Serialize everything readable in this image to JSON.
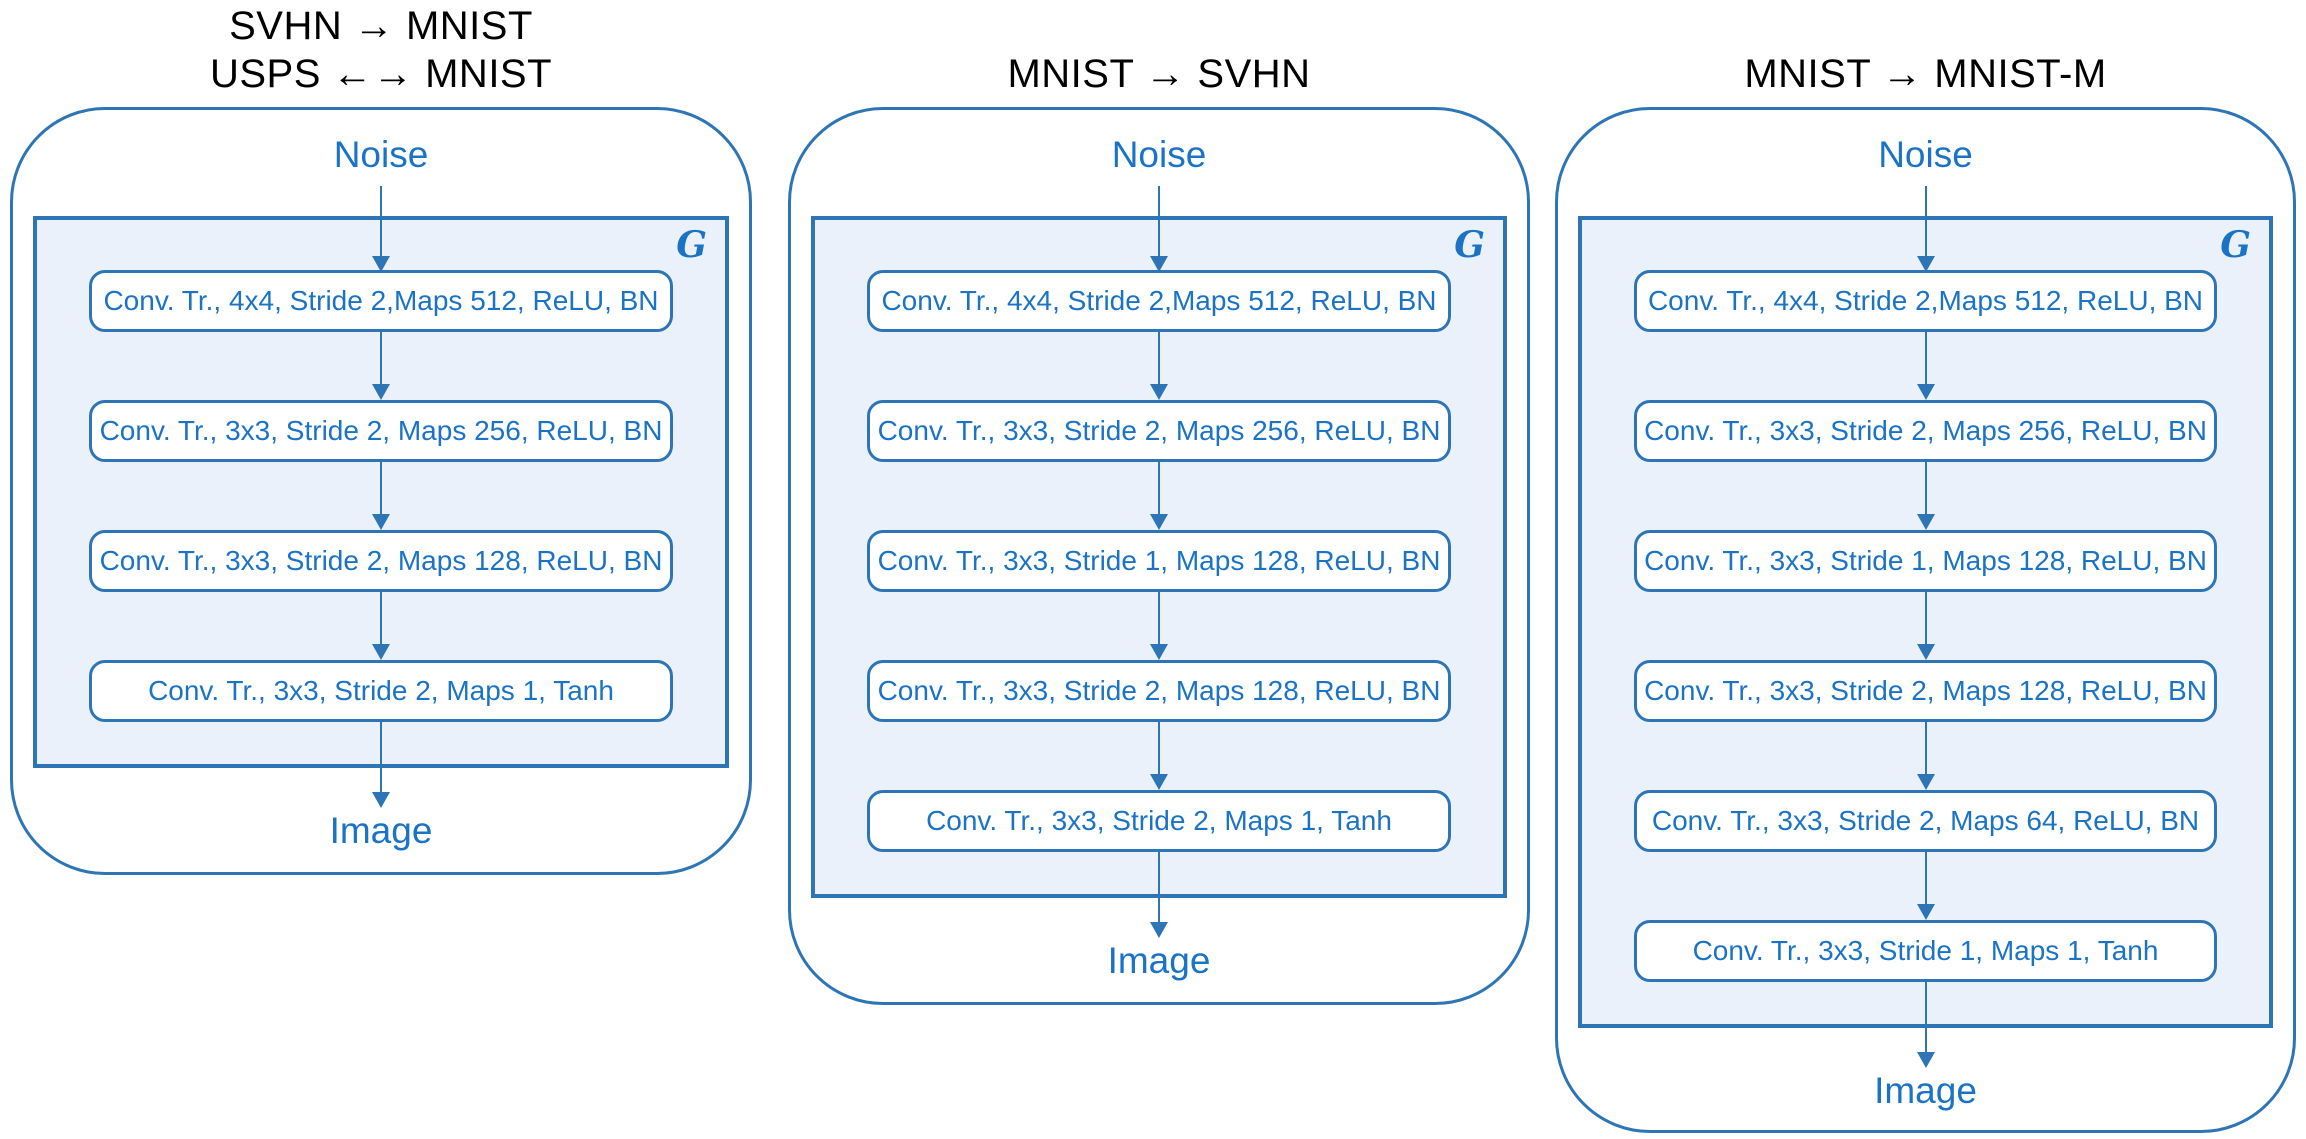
{
  "diagram": {
    "colors": {
      "outline_blue": "#2E75B6",
      "text_blue": "#1B73C6",
      "generator_fill": "#EAF1FA",
      "title_text": "#000000"
    },
    "panels": [
      {
        "title_lines": [
          "SVHN → MNIST",
          "USPS ←→ MNIST"
        ],
        "input_label": "Noise",
        "generator_label": "G",
        "layers": [
          "Conv. Tr., 4x4, Stride 2,Maps 512, ReLU, BN",
          "Conv. Tr., 3x3, Stride 2, Maps 256, ReLU, BN",
          "Conv. Tr., 3x3, Stride 2, Maps 128, ReLU, BN",
          "Conv. Tr., 3x3, Stride 2, Maps 1, Tanh"
        ],
        "output_label": "Image"
      },
      {
        "title_lines": [
          "MNIST → SVHN"
        ],
        "input_label": "Noise",
        "generator_label": "G",
        "layers": [
          "Conv. Tr., 4x4, Stride 2,Maps 512, ReLU, BN",
          "Conv. Tr., 3x3, Stride 2, Maps 256, ReLU, BN",
          "Conv. Tr., 3x3, Stride 1, Maps 128, ReLU, BN",
          "Conv. Tr., 3x3, Stride 2, Maps 128, ReLU, BN",
          "Conv. Tr., 3x3, Stride 2, Maps 1, Tanh"
        ],
        "output_label": "Image"
      },
      {
        "title_lines": [
          "MNIST → MNIST-M"
        ],
        "input_label": "Noise",
        "generator_label": "G",
        "layers": [
          "Conv. Tr., 4x4, Stride 2,Maps 512, ReLU, BN",
          "Conv. Tr., 3x3, Stride 2, Maps 256, ReLU, BN",
          "Conv. Tr., 3x3, Stride 1, Maps 128, ReLU, BN",
          "Conv. Tr., 3x3, Stride 2, Maps 128, ReLU, BN",
          "Conv. Tr., 3x3, Stride 2, Maps 64, ReLU, BN",
          "Conv. Tr., 3x3, Stride 1, Maps 1, Tanh"
        ],
        "output_label": "Image"
      }
    ]
  }
}
